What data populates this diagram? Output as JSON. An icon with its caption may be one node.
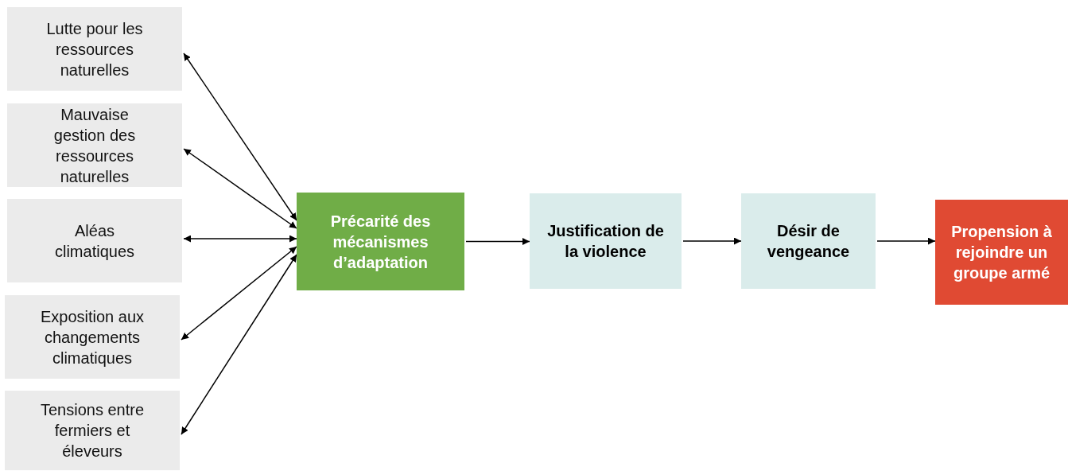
{
  "diagram": {
    "nodes": [
      {
        "text": [
          "Lutte pour les ressources naturelles"
        ]
      },
      {
        "text": [
          "Mauvaise gestion des ressources naturelles"
        ]
      },
      {
        "text": [
          "Aléas climatiques"
        ]
      },
      {
        "text": [
          "Exposition aux changements climatiques"
        ]
      },
      {
        "text": [
          "Tensions entre fermiers et éleveurs"
        ]
      },
      {
        "text": [
          "Précarité des mécanismes d’adaptation"
        ]
      },
      {
        "text": [
          "Justification de la violence"
        ]
      },
      {
        "text": [
          "Désir de vengeance"
        ]
      },
      {
        "text": [
          "Propension à rejoindre un groupe armé"
        ]
      }
    ],
    "edges": [
      {
        "from": 0,
        "to": 5,
        "arrow": "both"
      },
      {
        "from": 1,
        "to": 5,
        "arrow": "both"
      },
      {
        "from": 2,
        "to": 5,
        "arrow": "both"
      },
      {
        "from": 3,
        "to": 5,
        "arrow": "both"
      },
      {
        "from": 4,
        "to": 5,
        "arrow": "both"
      },
      {
        "from": 5,
        "to": 6,
        "arrow": "to"
      },
      {
        "from": 6,
        "to": 7,
        "arrow": "to"
      },
      {
        "from": 7,
        "to": 8,
        "arrow": "to"
      }
    ]
  }
}
